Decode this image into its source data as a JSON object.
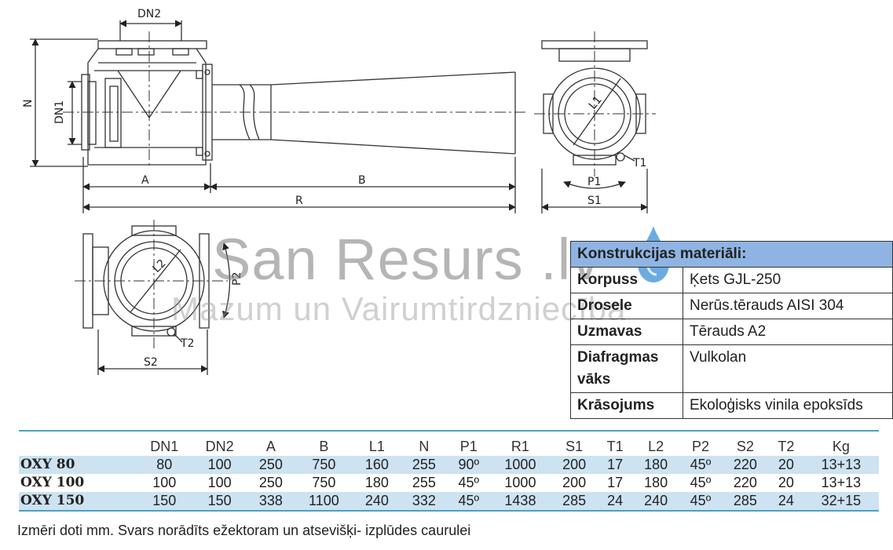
{
  "drawing_labels": {
    "dn2": "DN2",
    "dn1": "DN1",
    "n": "N",
    "a": "A",
    "b": "B",
    "r": "R",
    "l1": "L1",
    "t1": "T1",
    "p1": "P1",
    "s1": "S1",
    "l2": "L2",
    "p2": "P2",
    "t2": "T2",
    "s2": "S2"
  },
  "watermark": {
    "line1": "San Resurs .lv",
    "line2": "Mazum un Vairumtirdzniecība"
  },
  "materials": {
    "title": "Konstrukcijas materiāli:",
    "rows": [
      {
        "key": "Korpuss",
        "value": "Ķets GJL-250"
      },
      {
        "key": "Drosele",
        "value": "Nerūs.tērauds AISI 304"
      },
      {
        "key": "Uzmavas",
        "value": "Tērauds A2"
      },
      {
        "key": "Diafragmas vāks",
        "value": "Vulkolan"
      },
      {
        "key": "Krāsojums",
        "value": "Ekoloģisks vinila epoksīds"
      }
    ]
  },
  "dimensions": {
    "headers": [
      "",
      "DN1",
      "DN2",
      "A",
      "B",
      "L1",
      "N",
      "P1",
      "R1",
      "S1",
      "T1",
      "L2",
      "P2",
      "S2",
      "T2",
      "Kg"
    ],
    "rows": [
      [
        "OXY 80",
        "80",
        "100",
        "250",
        "750",
        "160",
        "255",
        "90º",
        "1000",
        "200",
        "17",
        "180",
        "45º",
        "220",
        "20",
        "13+13"
      ],
      [
        "OXY 100",
        "100",
        "100",
        "250",
        "750",
        "180",
        "255",
        "45º",
        "1000",
        "200",
        "17",
        "180",
        "45º",
        "220",
        "20",
        "13+13"
      ],
      [
        "OXY 150",
        "150",
        "150",
        "338",
        "1100",
        "240",
        "332",
        "45º",
        "1438",
        "285",
        "24",
        "240",
        "45º",
        "285",
        "24",
        "32+15"
      ]
    ]
  },
  "note": "Izmēri doti mm. Svars norādīts ežektoram un atsevišķi- izplūdes caurulei",
  "colors": {
    "header_blue": "#8fb4e3",
    "row_blue": "#cde3f1",
    "rule": "#4aa3c2"
  }
}
